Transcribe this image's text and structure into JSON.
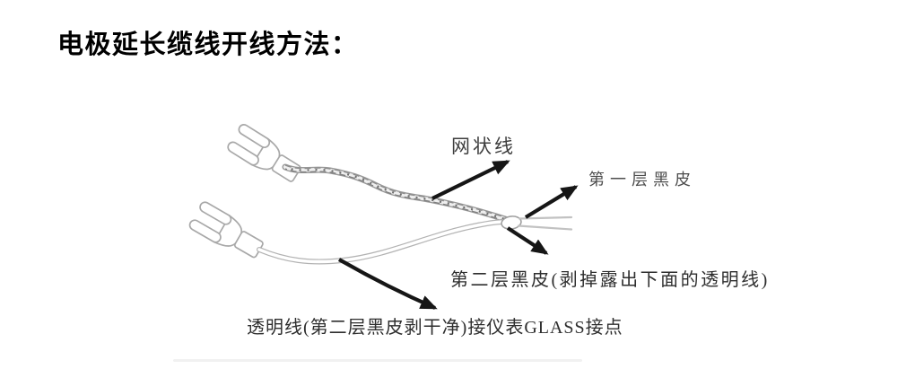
{
  "title": "电极延长缆线开线方法：",
  "diagram": {
    "labels": {
      "mesh": "网状线",
      "first_black_layer": "第一层黑皮",
      "second_black_layer": "第二层黑皮(剥掉露出下面的透明线)",
      "transparent_wire": "透明线(第二层黑皮剥干净)接仪表GLASS接点"
    },
    "colors": {
      "arrow": "#161616",
      "wire_outline": "#b0b0b0",
      "braid": "#8d8d8d",
      "label_text": "#2e2e2e",
      "divider": "#f1f1f1"
    }
  }
}
